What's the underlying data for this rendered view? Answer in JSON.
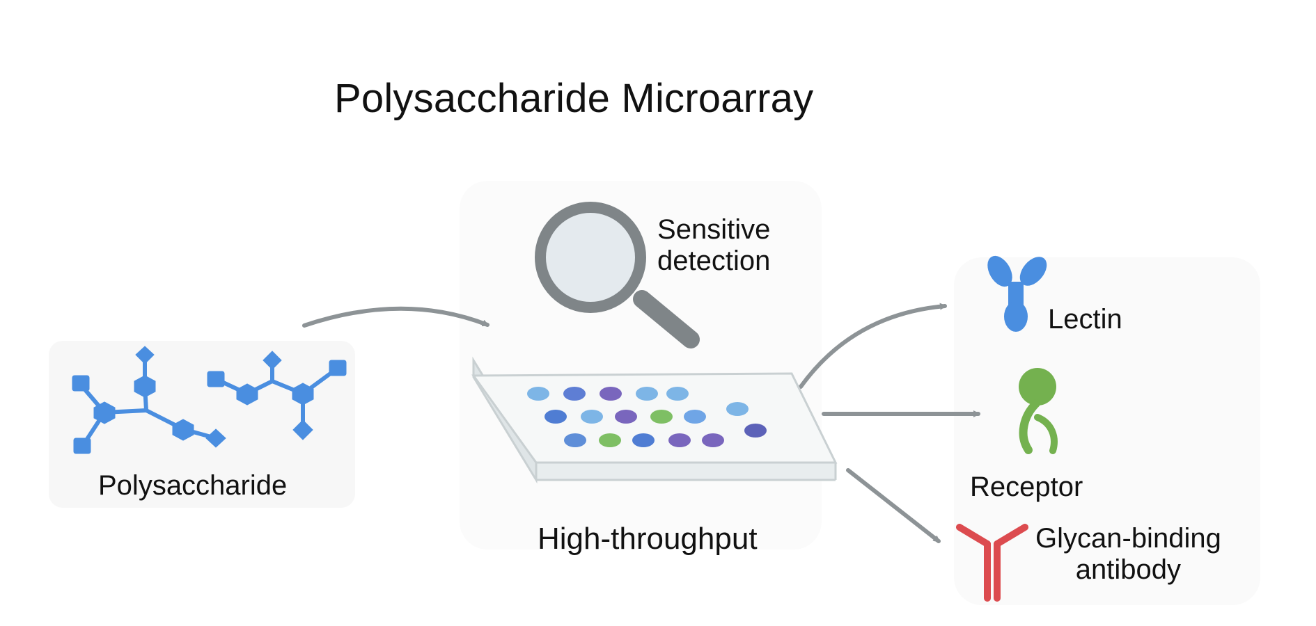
{
  "title": "Polysaccharide Microarray",
  "labels": {
    "polysaccharide": "Polysaccharide",
    "sensitive_detection_line1": "Sensitive",
    "sensitive_detection_line2": "detection",
    "high_throughput": "High-throughput",
    "lectin": "Lectin",
    "receptor": "Receptor",
    "antibody_line1": "Glycan-binding",
    "antibody_line2": "antibody"
  },
  "colors": {
    "glycan_blue": "#4a8ee0",
    "arrow_gray": "#8d9396",
    "lens_frame": "#7f8588",
    "lens_glass": "#e4eaee",
    "slide_top": "#f6f8f8",
    "slide_edge": "#c9d0d2",
    "lectin_blue": "#4a8ee0",
    "receptor_green": "#74b14f",
    "antibody_red": "#dc4b4f"
  },
  "icons": [
    "polysaccharide-chain-icon",
    "magnifier-icon",
    "microarray-slide-icon",
    "lectin-icon",
    "receptor-icon",
    "antibody-icon"
  ]
}
